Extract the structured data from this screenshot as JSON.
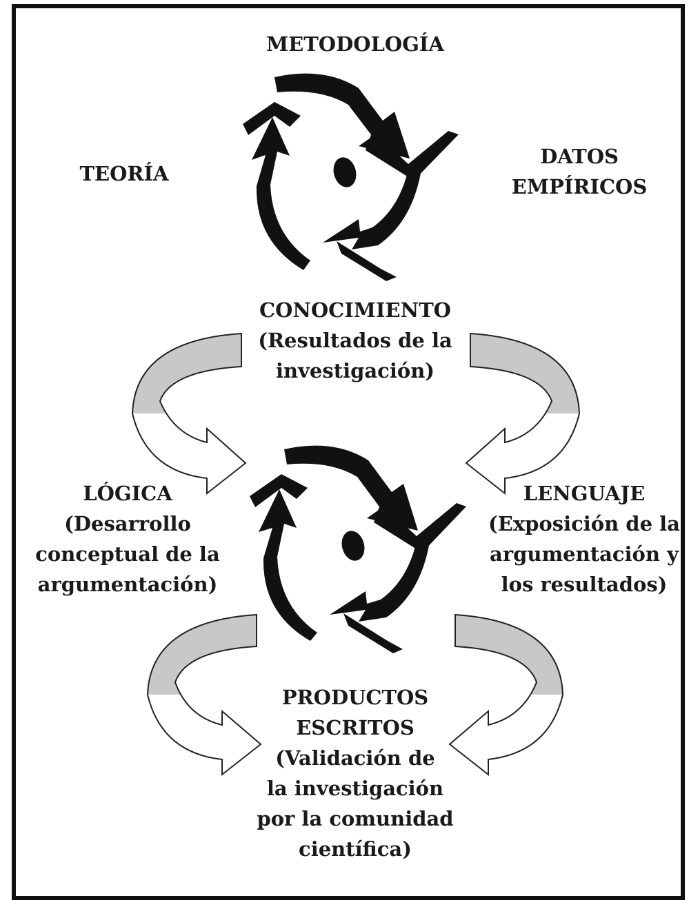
{
  "top_cycle": {
    "top": "METODOLOGÍA",
    "left": "TEORÍA",
    "right": [
      "DATOS",
      "EMPÍRICOS"
    ]
  },
  "conocimiento": [
    "CONOCIMIENTO",
    "(Resultados de la",
    "investigación)"
  ],
  "logica": [
    "LÓGICA",
    "(Desarrollo",
    "conceptual de la",
    "argumentación)"
  ],
  "lenguaje": [
    "LENGUAJE",
    "(Exposición de la",
    "argumentación y",
    "los resultados)"
  ],
  "productos": [
    "PRODUCTOS",
    "ESCRITOS",
    "(Validación de",
    "la investigación",
    "por la comunidad",
    "científica)"
  ],
  "colors": {
    "ink": "#111111",
    "band_fill": "#c8c8c8",
    "background": "#ffffff"
  },
  "icons": [
    "cycle-arrows-icon",
    "curved-arrow-icon"
  ]
}
